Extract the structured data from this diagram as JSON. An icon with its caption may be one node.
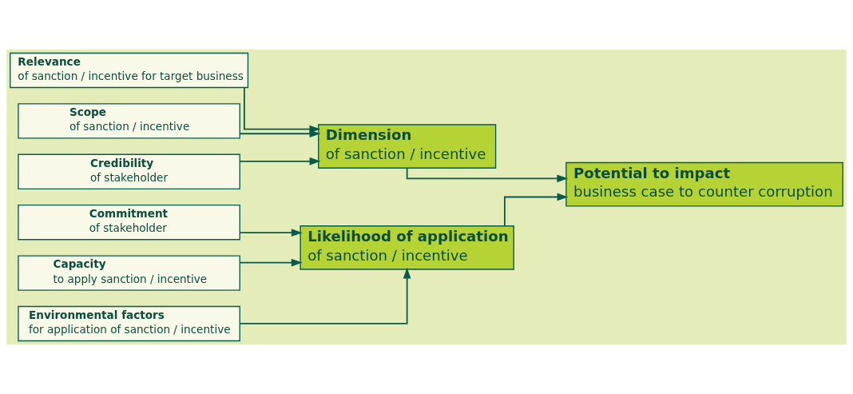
{
  "diagram": {
    "nodes": [
      {
        "text": [
          "Relevance",
          "of sanction / incentive for target business"
        ]
      },
      {
        "text": [
          "Scope",
          "of sanction / incentive"
        ]
      },
      {
        "text": [
          "Credibility",
          "of stakeholder"
        ]
      },
      {
        "text": [
          "Commitment",
          "of stakeholder"
        ]
      },
      {
        "text": [
          "Capacity",
          "to apply sanction / incentive"
        ]
      },
      {
        "text": [
          "Environmental factors",
          "for application of sanction / incentive"
        ]
      },
      {
        "text": [
          "Dimension",
          "of sanction / incentive"
        ]
      },
      {
        "text": [
          "Likelihood of application",
          "of sanction / incentive"
        ]
      },
      {
        "text": [
          "Potential to impact",
          "business case to counter corruption"
        ]
      }
    ],
    "edges": [
      {
        "from": 0,
        "to": 6,
        "arrow": "to"
      },
      {
        "from": 1,
        "to": 6,
        "arrow": "to"
      },
      {
        "from": 2,
        "to": 6,
        "arrow": "to"
      },
      {
        "from": 3,
        "to": 7,
        "arrow": "to"
      },
      {
        "from": 4,
        "to": 7,
        "arrow": "to"
      },
      {
        "from": 5,
        "to": 7,
        "arrow": "to"
      },
      {
        "from": 6,
        "to": 8,
        "arrow": "to"
      },
      {
        "from": 7,
        "to": 8,
        "arrow": "to"
      }
    ]
  }
}
